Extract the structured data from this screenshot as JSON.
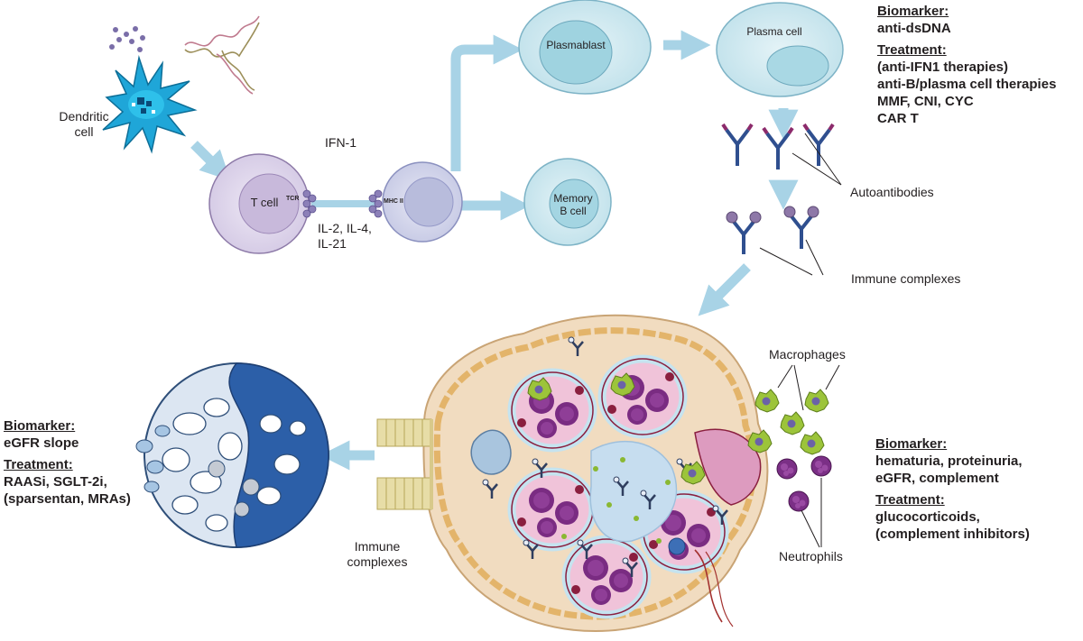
{
  "labels": {
    "dendritic": [
      "Dendritic",
      "cell"
    ],
    "ifn": "IFN-1",
    "tcell": "T cell",
    "tcr": "TCR",
    "mhc": "MHC II",
    "interleukins": [
      "IL-2, IL-4,",
      "IL-21"
    ],
    "plasmablast": "Plasmablast",
    "plasma_cell": "Plasma cell",
    "memory": [
      "Memory",
      "B cell"
    ],
    "autoantibodies": "Autoantibodies",
    "immune_complexes": "Immune complexes",
    "macrophages": "Macrophages",
    "neutrophils": "Neutrophils",
    "immune_complexes_bottom": [
      "Immune",
      "complexes"
    ]
  },
  "panels": {
    "top": {
      "biomarker_heading": "Biomarker:",
      "biomarker": [
        "anti-dsDNA"
      ],
      "treatment_heading": "Treatment:",
      "treatment": [
        "(anti-IFN1 therapies)",
        "anti-B/plasma cell therapies",
        "MMF, CNI, CYC",
        "CAR T"
      ]
    },
    "right": {
      "biomarker_heading": "Biomarker:",
      "biomarker": [
        "hematuria, proteinuria,",
        "eGFR, complement"
      ],
      "treatment_heading": "Treatment:",
      "treatment": [
        "glucocorticoids,",
        "(complement inhibitors)"
      ]
    },
    "left": {
      "biomarker_heading": "Biomarker:",
      "biomarker": [
        "eGFR slope"
      ],
      "treatment_heading": "Treatment:",
      "treatment": [
        "RAASi, SGLT-2i,",
        "(sparsentan, MRAs)"
      ]
    }
  },
  "colors": {
    "arrow": "#a8d3e6",
    "arrow_edge": "#6fa9c4",
    "tcell": "#d8cfe6",
    "bcell": "#cfd2ea",
    "plasma": "#c9e6ef",
    "antibody": "#2f4f8f",
    "antibody_tip": "#8c2a6b",
    "dendritic": "#1fa6d8",
    "glomerulus": "#f1dcc0",
    "capillary": "#f2c6dd",
    "nucleus": "#7a2c82",
    "macrophage": "#9cc43a",
    "scar": "#2c5fa8"
  }
}
